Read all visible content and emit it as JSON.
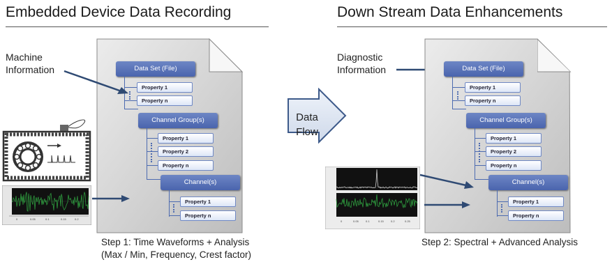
{
  "left": {
    "heading": "Embedded Device Data Recording",
    "side_label_line1": "Machine",
    "side_label_line2": "Information",
    "doc": {
      "dataset": "Data Set (File)",
      "property_1": "Property 1",
      "property_n": "Property n",
      "channel_group": "Channel Group(s)",
      "cg_property_1": "Property 1",
      "cg_property_2": "Property 2",
      "cg_property_n": "Property n",
      "channel": "Channel(s)",
      "ch_property_1": "Property 1",
      "ch_property_n": "Property n"
    },
    "caption_line1": "Step 1: Time Waveforms + Analysis",
    "caption_line2": "(Max / Min, Frequency, Crest factor)"
  },
  "flow": {
    "line1": "Data",
    "line2": "Flow"
  },
  "right": {
    "heading": "Down Stream Data Enhancements",
    "side_label_line1": "Diagnostic",
    "side_label_line2": "Information",
    "doc": {
      "dataset": "Data Set (File)",
      "property_1": "Property 1",
      "property_n": "Property n",
      "channel_group": "Channel Group(s)",
      "cg_property_1": "Property 1",
      "cg_property_2": "Property 2",
      "cg_property_n": "Property n",
      "channel": "Channel(s)",
      "ch_property_1": "Property 1",
      "ch_property_n": "Property n"
    },
    "caption_line1": "Step 2: Spectral + Advanced Analysis"
  },
  "colors": {
    "arrow": "#2f4a73",
    "node_blue": "#4a64ad",
    "flow_arrow_fill": "#dde6f3",
    "flow_arrow_stroke": "#3d5a8a",
    "waveform": "#2e9a3e"
  }
}
